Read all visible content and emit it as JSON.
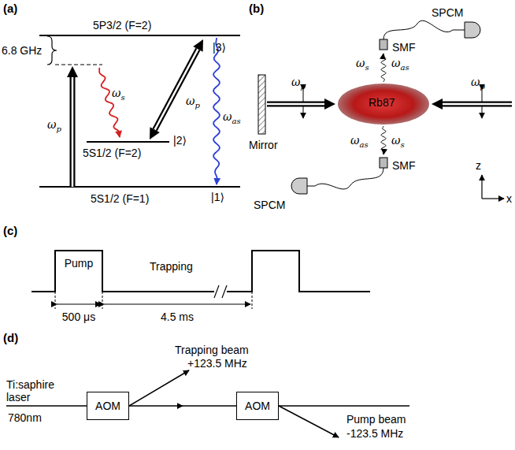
{
  "diagram": {
    "nodes": [
      {
        "text": [
          "AOM"
        ]
      },
      {
        "text": [
          "AOM"
        ]
      }
    ],
    "edges": [
      {
        "from": 0,
        "to": 1,
        "arrow": "to"
      }
    ],
    "labels": [
      "(a)",
      "5P3/2 (F=2)",
      "6.8 GHz",
      "|3⟩",
      "ωp",
      "ωs",
      "ωp",
      "|2⟩",
      "5S1/2 (F=2)",
      "ωas",
      "|1⟩",
      "5S1/2 (F=1)",
      "(b)",
      "SPCM",
      "SMF",
      "ωs",
      "ωas",
      "ωp",
      "ωp",
      "Rb87",
      "Mirror",
      "ωas",
      "ωs",
      "SPCM",
      "SMF",
      "z",
      "x",
      "(c)",
      "Pump",
      "Trapping",
      "500 μs",
      "4.5 ms",
      "(d)",
      "Trapping beam",
      "+123.5 MHz",
      "Ti:saphire laser",
      "780nm",
      "Pump beam",
      "-123.5 MHz"
    ]
  }
}
